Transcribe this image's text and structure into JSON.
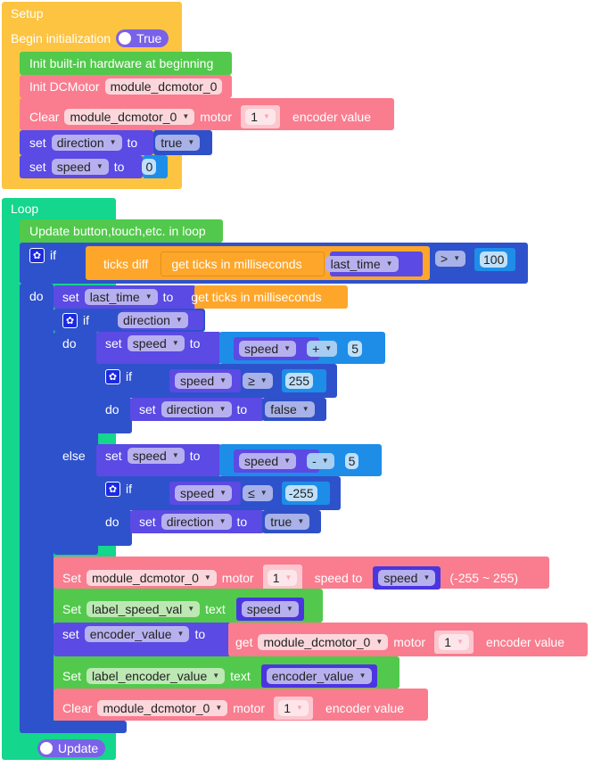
{
  "setup": {
    "title": "Setup",
    "begin_label": "Begin initialization",
    "begin_toggle": "True",
    "init_hw": "Init built-in hardware at beginning",
    "init_dc": "Init DCMotor",
    "motor_name": "module_dcmotor_0",
    "clear_label": "Clear",
    "motor_label": "motor",
    "motor_num": "1",
    "encoder_label": "encoder value",
    "set_label": "set",
    "to_label": "to",
    "var_direction": "direction",
    "val_true": "true",
    "var_speed": "speed",
    "val_zero": "0"
  },
  "loop": {
    "title": "Loop",
    "update_hw": "Update button,touch,etc. in loop",
    "if_label": "if",
    "do_label": "do",
    "else_label": "else",
    "ticks_diff": "ticks diff",
    "get_ticks": "get ticks in milliseconds",
    "var_last_time": "last_time",
    "op_gt": ">",
    "val_100": "100",
    "set_label": "set",
    "to_label": "to",
    "var_direction": "direction",
    "var_speed": "speed",
    "op_plus": "+",
    "op_minus": "-",
    "val_5": "5",
    "op_ge": "≥",
    "val_255": "255",
    "val_false": "false",
    "op_le": "≤",
    "val_neg255": "-255",
    "val_true": "true",
    "set_cap": "Set",
    "motor_name": "module_dcmotor_0",
    "motor_label": "motor",
    "motor_num": "1",
    "speed_to": "speed to",
    "range": "(-255 ~ 255)",
    "label_speed_val": "label_speed_val",
    "text_label": "text",
    "var_encoder_value": "encoder_value",
    "get_label": "get",
    "encoder_label": "encoder value",
    "label_encoder_value": "label_encoder_value",
    "clear_label": "Clear",
    "update_toggle": "Update"
  }
}
